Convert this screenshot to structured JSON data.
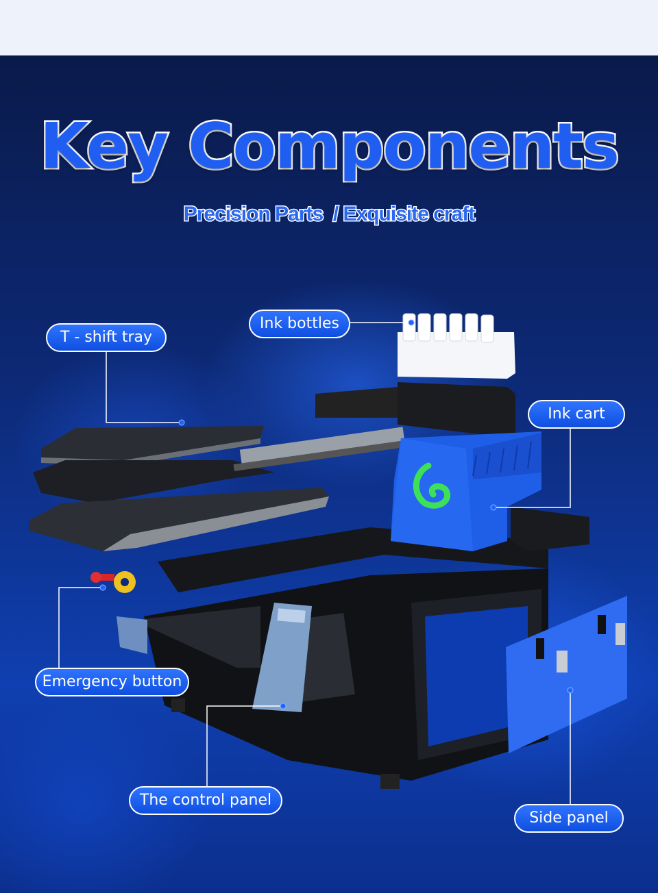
{
  "header": {
    "title": "Key Components",
    "subtitle": "Precision Parts  / Exquisite craft"
  },
  "labels": {
    "tshirt_tray": "T - shift tray",
    "ink_bottles": "Ink bottles",
    "ink_cart": "Ink cart",
    "emergency_button": "Emergency button",
    "control_panel": "The control panel",
    "side_panel": "Side panel"
  },
  "colors": {
    "accent": "#1f5ef0",
    "background": "#0d2a78",
    "logo": "#3ee05a"
  }
}
